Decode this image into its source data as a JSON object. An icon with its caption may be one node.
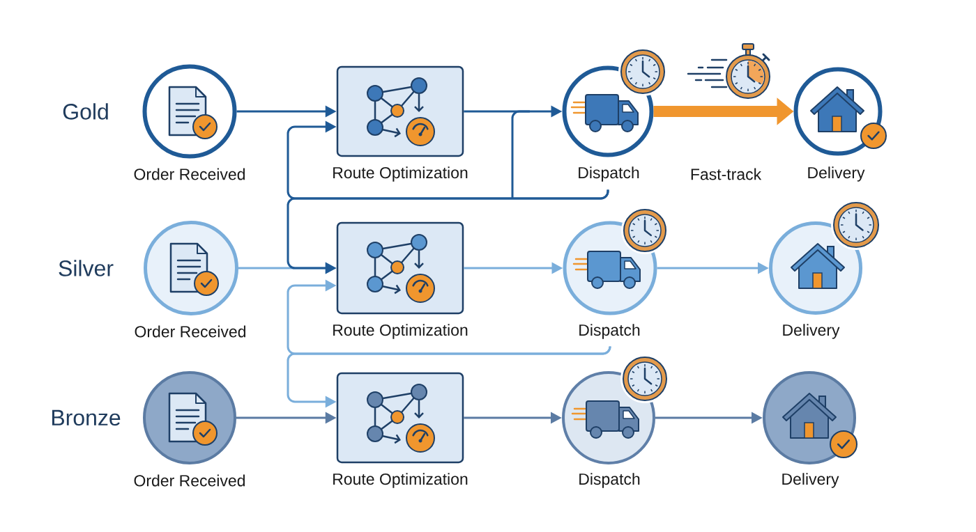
{
  "diagram": {
    "nodes": [
      {
        "text": [
          "Order Received"
        ]
      },
      {
        "text": [
          "Route Optimization"
        ]
      },
      {
        "text": [
          "Dispatch"
        ]
      },
      {
        "text": [
          "Delivery"
        ]
      },
      {
        "text": [
          "Order Received"
        ]
      },
      {
        "text": [
          "Route Optimization"
        ]
      },
      {
        "text": [
          "Dispatch"
        ]
      },
      {
        "text": [
          "Delivery"
        ]
      },
      {
        "text": [
          "Order Received"
        ]
      },
      {
        "text": [
          "Route Optimization"
        ]
      },
      {
        "text": [
          "Dispatch"
        ]
      },
      {
        "text": [
          "Delivery"
        ]
      }
    ],
    "edges": [
      {
        "from": 0,
        "to": 1,
        "arrow": "to",
        "color": "#1f5a96"
      },
      {
        "from": 1,
        "to": 2,
        "arrow": "to",
        "color": "#1f5a96"
      },
      {
        "from": 2,
        "to": 3,
        "arrow": "to",
        "label": "Fast-track",
        "style": "thick",
        "color": "#f0962e"
      },
      {
        "from": 4,
        "to": 5,
        "arrow": "to",
        "color": "#7aaedb"
      },
      {
        "from": 5,
        "to": 6,
        "arrow": "to",
        "color": "#7aaedb"
      },
      {
        "from": 6,
        "to": 7,
        "arrow": "to",
        "color": "#7aaedb"
      },
      {
        "from": 2,
        "to": 1,
        "arrow": "to",
        "color": "#1f5a96"
      },
      {
        "from": 2,
        "to": 5,
        "arrow": "to",
        "color": "#1f5a96"
      },
      {
        "from": 8,
        "to": 9,
        "arrow": "to",
        "color": "#5b7ba3"
      },
      {
        "from": 9,
        "to": 10,
        "arrow": "to",
        "color": "#5b7ba3"
      },
      {
        "from": 10,
        "to": 11,
        "arrow": "to",
        "color": "#5b7ba3"
      },
      {
        "from": 6,
        "to": 5,
        "arrow": "to",
        "color": "#7aaedb"
      },
      {
        "from": 6,
        "to": 9,
        "arrow": "to",
        "color": "#7aaedb"
      }
    ],
    "labels": [
      "Gold",
      "Silver",
      "Bronze"
    ]
  }
}
